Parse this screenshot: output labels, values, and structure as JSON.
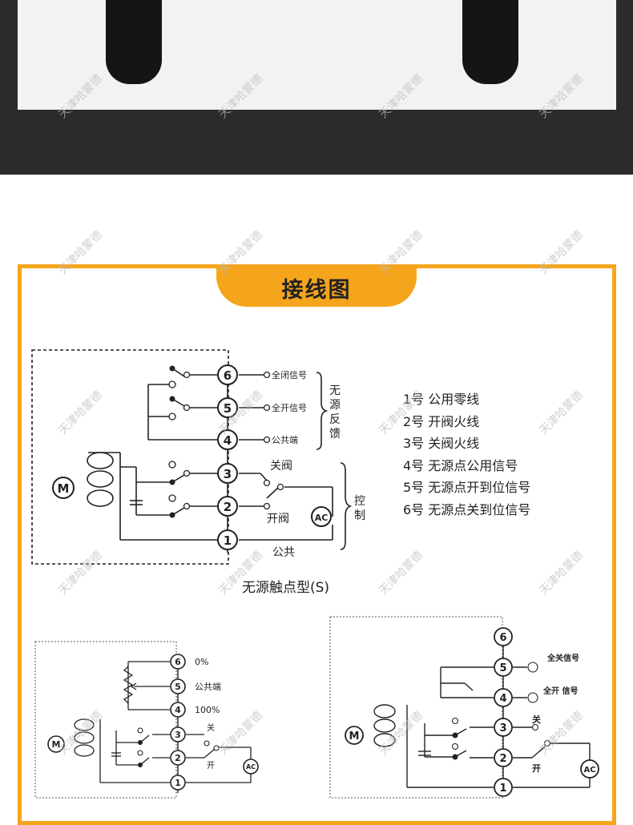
{
  "title": "接线图",
  "watermark": "天津哈蒙德",
  "diagram_s": {
    "caption": "无源触点型(S)",
    "terminals": [
      "1",
      "2",
      "3",
      "4",
      "5",
      "6"
    ],
    "labels": {
      "t6": "全闭信号",
      "t5": "全开信号",
      "t4": "公共端",
      "feedback": "无源反馈",
      "close": "关阀",
      "open": "开阀",
      "common": "公共",
      "control": "控制",
      "motor": "M",
      "ac": "AC"
    }
  },
  "legend": [
    "1号  公用零线",
    "2号  开阀火线",
    "3号  关阀火线",
    "4号  无源点公用信号",
    "5号  无源点开到位信号",
    "6号  无源点关到位信号"
  ],
  "diagram_p": {
    "labels": {
      "t6": "0%",
      "t5": "公共端",
      "t4": "100%",
      "close": "关",
      "open": "开",
      "motor": "M",
      "ac": "AC"
    }
  },
  "diagram_l": {
    "labels": {
      "t5": "全关信号",
      "t4": "全开  信号",
      "close": "关",
      "open": "开",
      "motor": "M",
      "ac": "AC"
    }
  }
}
